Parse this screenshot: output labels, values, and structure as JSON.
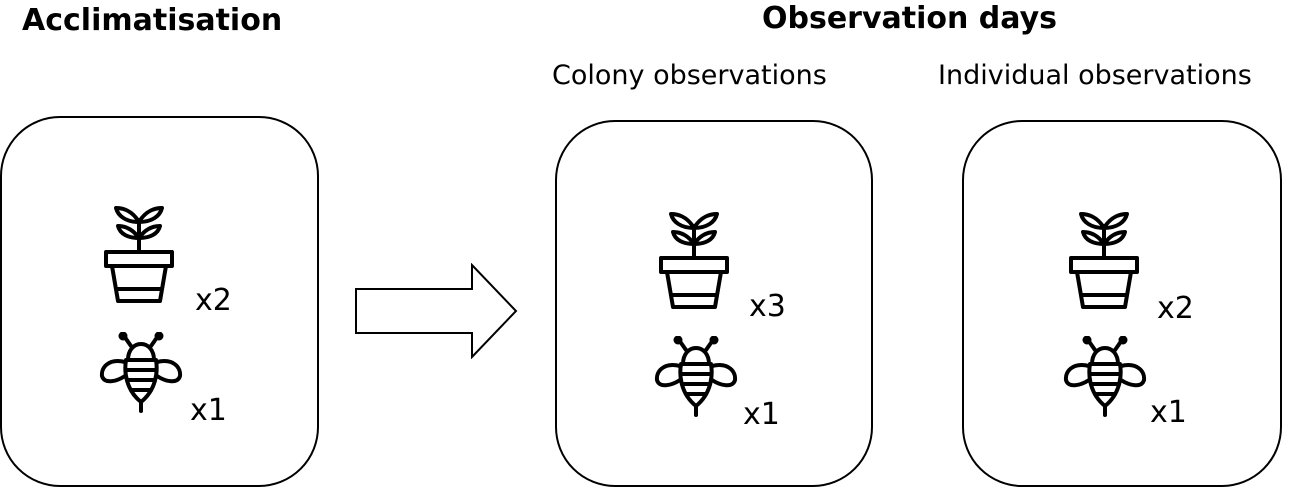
{
  "headings": {
    "acclimatisation": "Acclimatisation",
    "observation_days": "Observation days"
  },
  "subheadings": {
    "colony": "Colony observations",
    "individual": "Individual observations"
  },
  "boxes": {
    "acclimatisation": {
      "plant_count": "x2",
      "bee_count": "x1"
    },
    "colony": {
      "plant_count": "x3",
      "bee_count": "x1"
    },
    "individual": {
      "plant_count": "x2",
      "bee_count": "x1"
    }
  },
  "icons": {
    "plant": "potted-plant-icon",
    "bee": "bee-icon",
    "arrow": "right-arrow"
  },
  "colors": {
    "stroke": "#000000",
    "background": "#ffffff"
  }
}
